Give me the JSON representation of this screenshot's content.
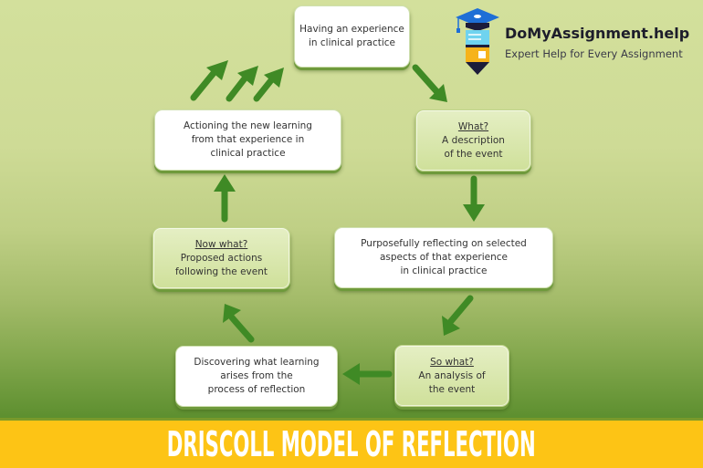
{
  "logo": {
    "name": "DoMyAssignment.help",
    "tagline": "Expert Help for Every Assignment",
    "colors": {
      "cap": "#1e6fd6",
      "stripe": "#6fd3ef",
      "book": "#f6b31b",
      "tip": "#1c1c3a"
    }
  },
  "diagram": {
    "title": "DRISCOLL MODEL OF REFLECTION",
    "nodes": [
      {
        "id": "experience",
        "style": "white",
        "lines": [
          "Having an experience",
          "in clinical practice"
        ]
      },
      {
        "id": "what",
        "style": "green",
        "heading": "What?",
        "lines": [
          "A description",
          "of the event"
        ]
      },
      {
        "id": "reflecting",
        "style": "white",
        "lines": [
          "Purposefully reflecting on selected",
          "aspects of that experience",
          "in clinical practice"
        ]
      },
      {
        "id": "so-what",
        "style": "green",
        "heading": "So what?",
        "lines": [
          "An analysis of",
          "the event"
        ]
      },
      {
        "id": "discovering",
        "style": "white",
        "lines": [
          "Discovering what learning",
          "arises from the",
          "process of reflection"
        ]
      },
      {
        "id": "now-what",
        "style": "green",
        "heading": "Now what?",
        "lines": [
          "Proposed actions",
          "following the event"
        ]
      },
      {
        "id": "actioning",
        "style": "white",
        "lines": [
          "Actioning the new learning",
          "from that experience in",
          "clinical practice"
        ]
      }
    ],
    "edges": [
      [
        "experience",
        "what"
      ],
      [
        "what",
        "reflecting"
      ],
      [
        "reflecting",
        "so-what"
      ],
      [
        "so-what",
        "discovering"
      ],
      [
        "discovering",
        "now-what"
      ],
      [
        "now-what",
        "actioning"
      ],
      [
        "actioning",
        "experience"
      ]
    ],
    "colors": {
      "arrow": "#3f8a25",
      "banner": "#fdc415",
      "banner_text": "#ffffff"
    }
  }
}
